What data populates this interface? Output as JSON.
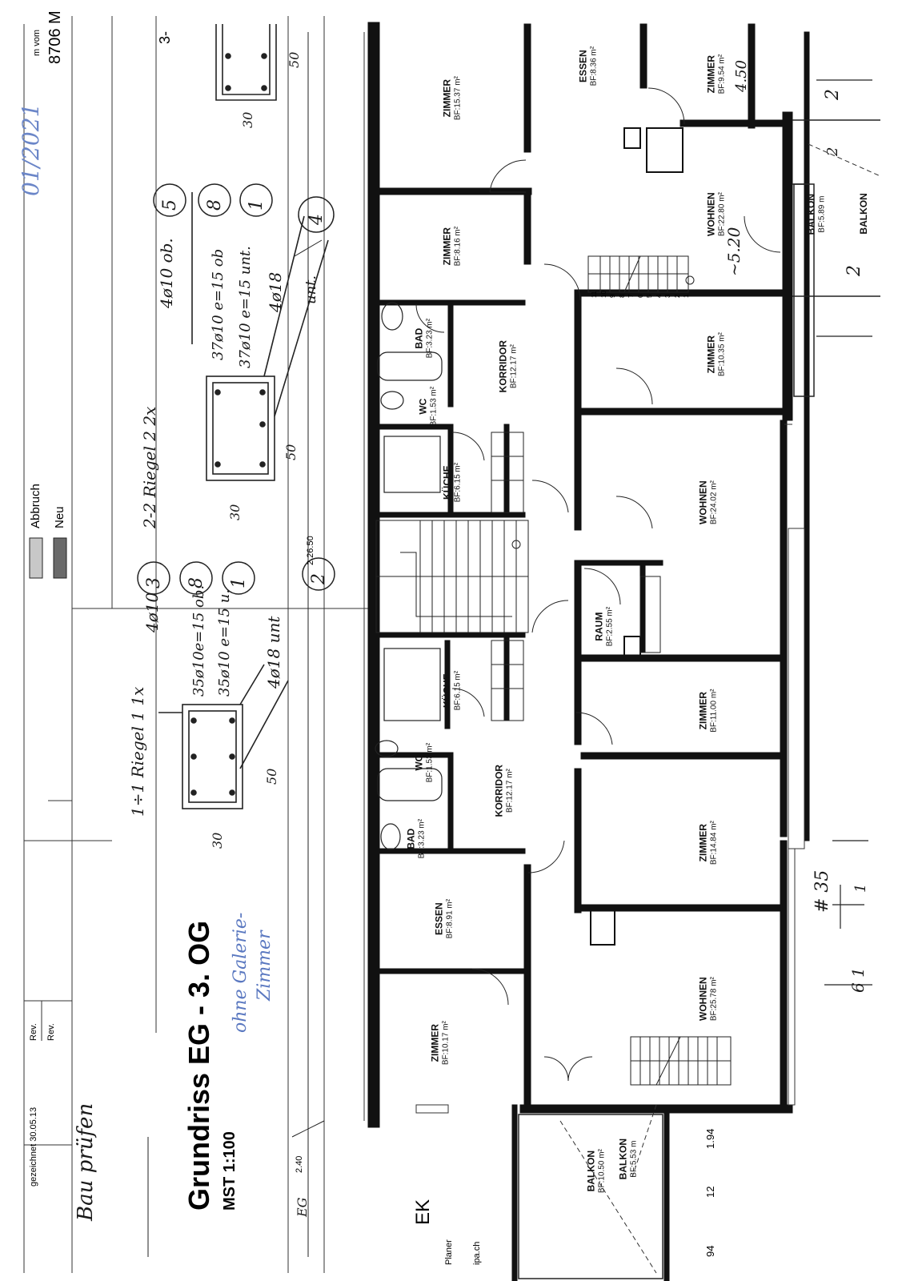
{
  "title_block": {
    "title": "Grundriss EG - 3. OG",
    "scale": "MST 1:100",
    "drawn": "gezeichnet 30.05.13",
    "rev1": "Rev.",
    "rev2": "Rev.",
    "zip": "8706 M",
    "planer": "Planer",
    "web": "ipa.ch",
    "logo": "EK",
    "corner_frag": "3-",
    "fragment_top": "m vom"
  },
  "legend": {
    "items": [
      {
        "label": "Abbruch",
        "color": "#c8c8c8"
      },
      {
        "label": "Neu",
        "color": "#6a6a6a"
      }
    ]
  },
  "rooms": [
    {
      "name": "ZIMMER",
      "area": "BF:15.37 m²"
    },
    {
      "name": "ESSEN",
      "area": "BF:8.36 m²"
    },
    {
      "name": "ZIMMER",
      "area": "BF:9.54 m²"
    },
    {
      "name": "ZIMMER",
      "area": "BF:8.16 m²"
    },
    {
      "name": "WOHNEN",
      "area": "BF:22.80 m²"
    },
    {
      "name": "BALKON",
      "area": "BF:5.89 m"
    },
    {
      "name": "BALKON",
      "area": ""
    },
    {
      "name": "BAD",
      "area": "BF:3.23 m²"
    },
    {
      "name": "KORRIDOR",
      "area": "BF:12.17 m²"
    },
    {
      "name": "ZIMMER",
      "area": "BF:10.35 m²"
    },
    {
      "name": "WC",
      "area": "BF:1.53 m²"
    },
    {
      "name": "KÜCHE",
      "area": "BF:6.15 m²"
    },
    {
      "name": "WOHNEN",
      "area": "BF:24.02 m²"
    },
    {
      "name": "RAUM",
      "area": "BF:2.55 m²"
    },
    {
      "name": "KÜCHE",
      "area": "BF:6.15 m²"
    },
    {
      "name": "ZIMMER",
      "area": "BF:11.00 m²"
    },
    {
      "name": "WC",
      "area": "BF:1.53 m²"
    },
    {
      "name": "KORRIDOR",
      "area": "BF:12.17 m²"
    },
    {
      "name": "BAD",
      "area": "BF:3.23 m²"
    },
    {
      "name": "ZIMMER",
      "area": "BF:14.84 m²"
    },
    {
      "name": "ESSEN",
      "area": "BF:8.91 m²"
    },
    {
      "name": "ZIMMER",
      "area": "BF:10.17 m²"
    },
    {
      "name": "WOHNEN",
      "area": "BF:25.78 m²"
    },
    {
      "name": "BALKON",
      "area": "BF:10.50 m²"
    },
    {
      "name": "BALKON",
      "area": "BF:5.53 m"
    }
  ],
  "dimensions": {
    "d240": "2.40",
    "d194": "1.94",
    "d12": "12",
    "d94": "94",
    "d2650": "2.26.50",
    "a30": "30",
    "a50": "50",
    "b30": "30",
    "b50": "50",
    "c30": "30",
    "c50": "50"
  },
  "stair_numbers": [
    "11",
    "10",
    "9",
    "8",
    "7",
    "6",
    "5",
    "4",
    "3",
    "2",
    "1"
  ],
  "annotations": {
    "date": "01/2021",
    "bau": "Bau prüfen",
    "ohne1": "ohne Galerie-",
    "ohne2": "Zimmer",
    "riegel1": "1÷1 Riegel 1 1x",
    "r1a": "4ø10",
    "r1b": "35ø10e=15 ob.",
    "r1c": "35ø10 e=15 u.",
    "r1d": "4ø18 unt",
    "riegel2": "2-2 Riegel 2 2x",
    "r2a": "4ø10 ob.",
    "r2b": "37ø10 e=15 ob",
    "r2c": "37ø10 e=15 unt.",
    "r2d": "4ø18",
    "r2e": "unt.",
    "c3": "3",
    "c8a": "8",
    "c1a": "1",
    "c5": "5",
    "c8b": "8",
    "c1b": "1",
    "c4": "4",
    "c2": "2",
    "m520": "~5.20",
    "m450": "4.50",
    "m2a": "2",
    "m2b": "2",
    "m2c": "2",
    "m35": "# 35",
    "m61": "6 1",
    "m1": "1",
    "mEG": "EG"
  }
}
